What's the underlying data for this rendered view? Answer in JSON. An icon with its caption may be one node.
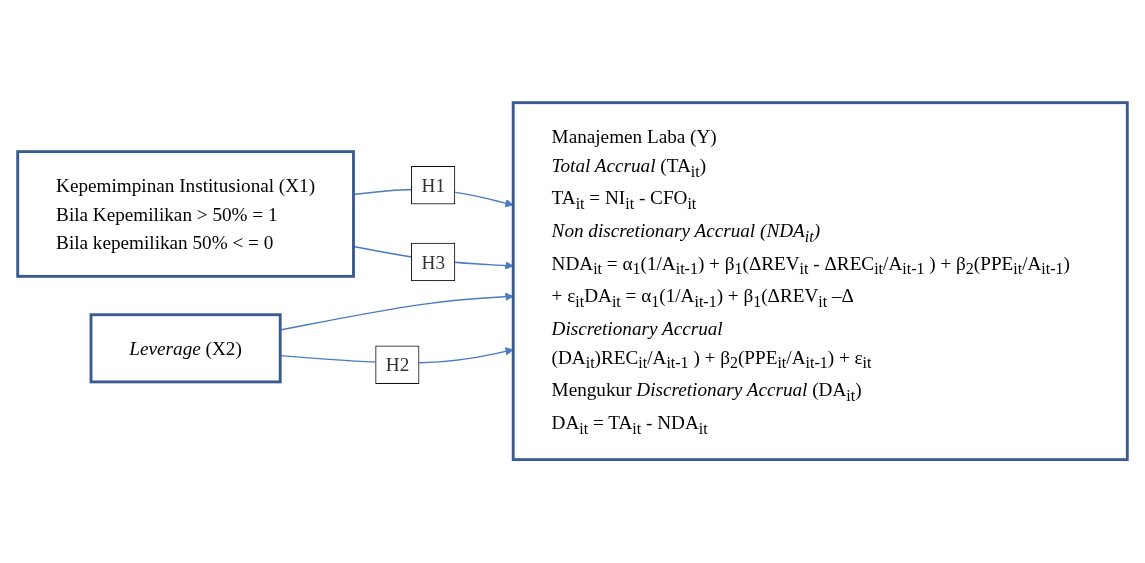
{
  "diagram": {
    "nodes": [
      {
        "text": [
          "Kepemimpinan Institusional (X1)",
          "Bila Kepemilikan > 50% = 1",
          "Bila kepemilikan 50% < = 0"
        ]
      },
      {
        "text": [
          "*Leverage* (X2)"
        ]
      },
      {
        "text": [
          "Manajemen Laba (Y)",
          "*Total Accrual* (TA$_{it}$)",
          "TA$_{it}$ = NI$_{it}$ - CFO$_{it}$",
          "*Non discretionary Accrual (NDA$_{it}$)*",
          "NDA$_{it}$ = α$_{1}$(1/A$_{it-1}$) + β$_{1}$(ΔREV$_{it}$ - ΔREC$_{it}$/A$_{it-1}$ ) + β$_{2}$(PPE$_{it}$/A$_{it-1}$) + ε$_{it}$DA$_{it}$ = α$_{1}$(1/A$_{it-1}$) + β$_{1}$(ΔREV$_{it}$ –Δ",
          "*Discretionary Accrual*",
          "(DA$_{it}$)REC$_{it}$/A$_{it-1}$ ) + β$_{2}$(PPE$_{it}$/A$_{it-1}$) + ε$_{it}$",
          "Mengukur *Discretionary Accrual* (DA$_{it}$)",
          "DA$_{it}$ = TA$_{it}$ - NDA$_{it}$"
        ]
      }
    ],
    "edges": [
      {
        "from": 0,
        "to": 2,
        "arrow": "to",
        "label": "H1"
      },
      {
        "from": 0,
        "to": 2,
        "arrow": "to",
        "label": "H3"
      },
      {
        "from": 1,
        "to": 2,
        "arrow": "to"
      },
      {
        "from": 1,
        "to": 2,
        "arrow": "to",
        "label": "H2"
      }
    ]
  }
}
